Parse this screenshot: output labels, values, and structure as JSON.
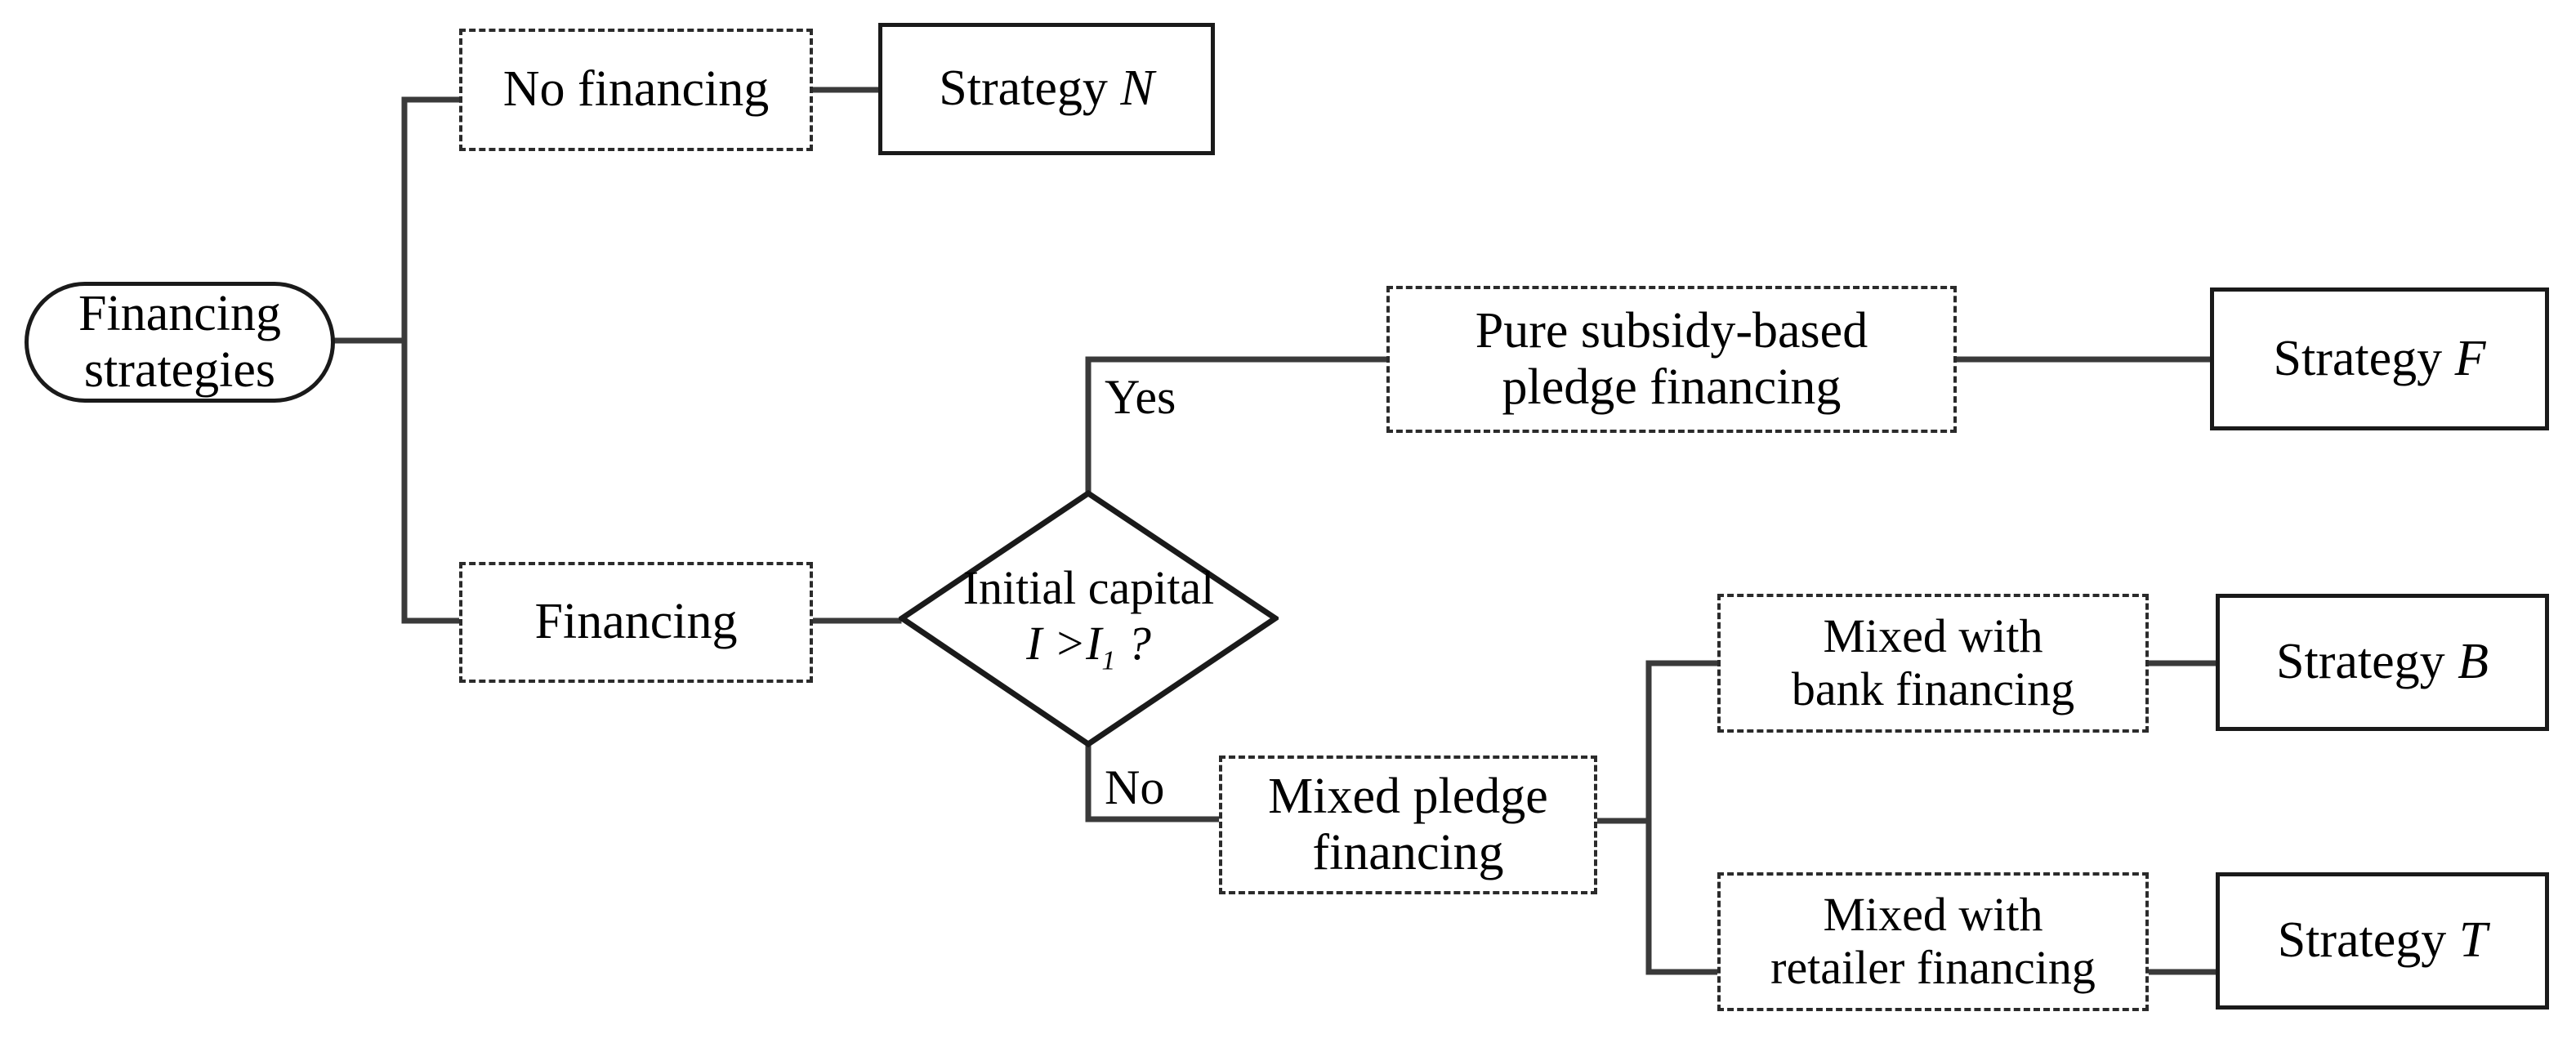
{
  "diagram": {
    "type": "flowchart",
    "title_present": false,
    "colors": {
      "background": "#ffffff",
      "stroke": "#1a1a1a",
      "dashed_stroke": "#2b2b2b",
      "text": "#000000"
    },
    "root": {
      "label": "Financing\nstrategies",
      "shape": "stadium"
    },
    "decision": {
      "line1": "Initial capital",
      "line2_expr": "I >I",
      "line2_subscript": "1",
      "line2_suffix": " ?",
      "shape": "diamond",
      "full_text": "Initial capital I >I1 ?"
    },
    "edge_labels": {
      "yes": "Yes",
      "no": "No"
    },
    "nodes": {
      "no_financing": "No financing",
      "financing": "Financing",
      "pure_subsidy": "Pure subsidy-based\npledge financing",
      "mixed_pledge": "Mixed pledge\nfinancing",
      "mixed_bank": "Mixed with\nbank financing",
      "mixed_retailer": "Mixed with\nretailer financing"
    },
    "outcomes": {
      "strategy_n_prefix": "Strategy ",
      "strategy_n_symbol": "N",
      "strategy_f_prefix": "Strategy ",
      "strategy_f_symbol": "F",
      "strategy_b_prefix": "Strategy ",
      "strategy_b_symbol": "B",
      "strategy_t_prefix": "Strategy ",
      "strategy_t_symbol": "T"
    }
  }
}
